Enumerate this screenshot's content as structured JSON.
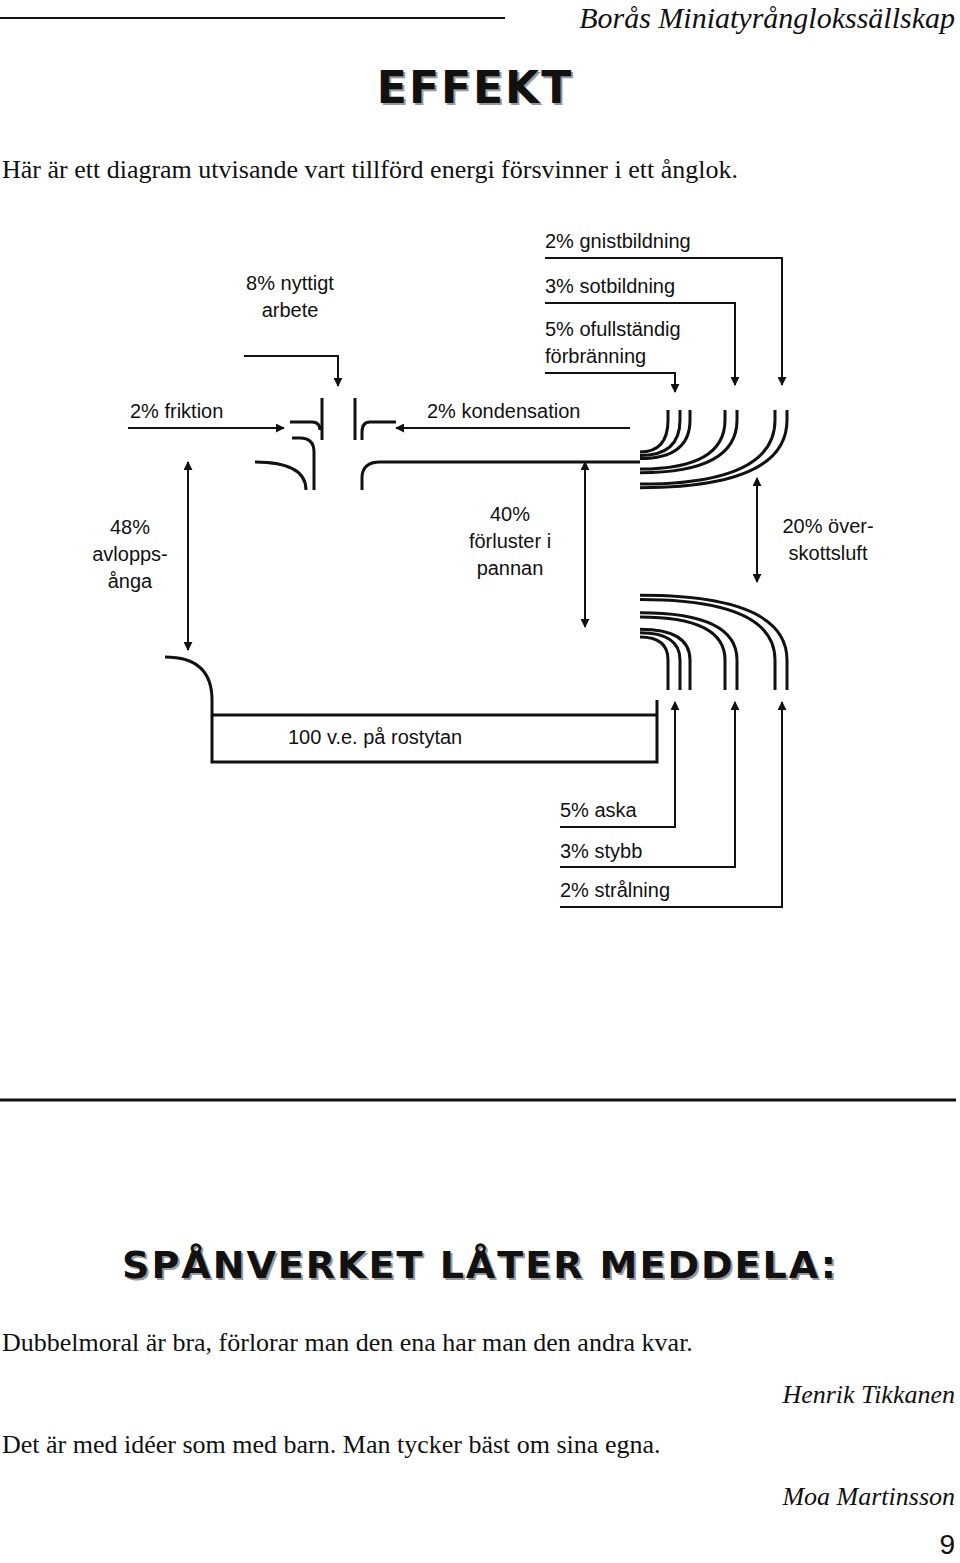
{
  "diagram": {
    "title": "EFFEKT",
    "labels": [
      "Borås Miniatyrånglokssällskap",
      "Här är ett diagram utvisande vart tillförd energi försvinner i ett ånglok.",
      "8% nyttigt arbete",
      "2% gnistbildning",
      "3% sotbildning",
      "5% ofullständig förbränning",
      "2% friktion",
      "2% kondensation",
      "48% avlopps- ånga",
      "40% förluster i pannan",
      "20% över- skottsluft",
      "100 v.e. på rostytan",
      "5% aska",
      "3% stybb",
      "2% strålning",
      "SPÅNVERKET LÅTER MEDDELA:",
      "Dubbelmoral är bra, förlorar man den ena har man den andra kvar.",
      "Henrik Tikkanen",
      "Det är med idéer som med barn. Man tycker bäst om sina egna.",
      "Moa Martinsson",
      "9"
    ]
  }
}
